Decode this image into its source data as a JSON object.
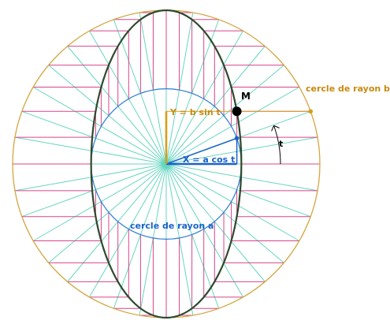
{
  "labels": {
    "point_m": "M",
    "circle_b": "cercle de rayon b",
    "circle_a": "cercle de rayon a",
    "y_expr": "Y = b sin t",
    "x_expr": "X = a cos  t",
    "angle": "t"
  },
  "diagram": {
    "ray_count": 36,
    "ratio_a_over_b": 0.489,
    "highlighted_angle_deg": 20,
    "colors": {
      "outer_circle": "#d4a640",
      "inner_circle": "#2a7fd4",
      "rays": "#66d6c0",
      "projections": "#d9448c",
      "ellipse": "#2d4a2d",
      "y_segment": "#d4a017",
      "x_segment": "#1a63c9",
      "point": "#000000",
      "label_orange": "#c98a10",
      "label_blue": "#1a63c9"
    }
  }
}
